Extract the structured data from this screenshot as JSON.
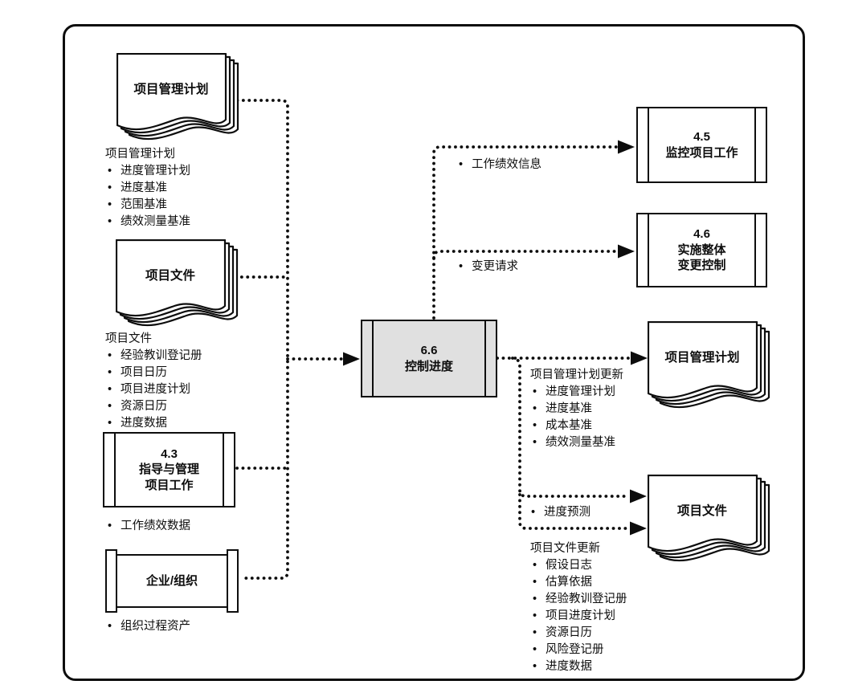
{
  "colors": {
    "line": "#0d0d0d",
    "process_fill": "#ffffff",
    "central_process_fill": "#e0e0e0",
    "background": "#ffffff"
  },
  "boxes": {
    "control_schedule": {
      "id": "6.6",
      "name": "控制进度"
    },
    "direct_manage_work": {
      "id": "4.3",
      "name": "指导与管理\n项目工作"
    },
    "monitor_control_work": {
      "id": "4.5",
      "name": "监控项目工作"
    },
    "perform_integrated_change_control": {
      "id": "4.6",
      "name": "实施整体\n变更控制"
    },
    "enterprise_organization": {
      "name": "企业/组织"
    }
  },
  "docs": {
    "left_pm_plan": {
      "title": "项目管理计划"
    },
    "left_project_docs": {
      "title": "项目文件"
    },
    "right_pm_plan": {
      "title": "项目管理计划"
    },
    "right_project_docs": {
      "title": "项目文件"
    }
  },
  "lists": {
    "pm_plan_inputs": {
      "header": "项目管理计划",
      "items": [
        "进度管理计划",
        "进度基准",
        "范围基准",
        "绩效测量基准"
      ]
    },
    "project_doc_inputs": {
      "header": "项目文件",
      "items": [
        "经验教训登记册",
        "项目日历",
        "项目进度计划",
        "资源日历",
        "进度数据"
      ]
    },
    "work_performance_data": {
      "items": [
        "工作绩效数据"
      ]
    },
    "organizational_process_assets": {
      "items": [
        "组织过程资产"
      ]
    },
    "work_performance_info": {
      "items": [
        "工作绩效信息"
      ]
    },
    "change_requests": {
      "items": [
        "变更请求"
      ]
    },
    "pm_plan_updates": {
      "header": "项目管理计划更新",
      "items": [
        "进度管理计划",
        "进度基准",
        "成本基准",
        "绩效测量基准"
      ]
    },
    "schedule_forecasts": {
      "items": [
        "进度预测"
      ]
    },
    "project_doc_updates": {
      "header": "项目文件更新",
      "items": [
        "假设日志",
        "估算依据",
        "经验教训登记册",
        "项目进度计划",
        "资源日历",
        "风险登记册",
        "进度数据"
      ]
    }
  }
}
